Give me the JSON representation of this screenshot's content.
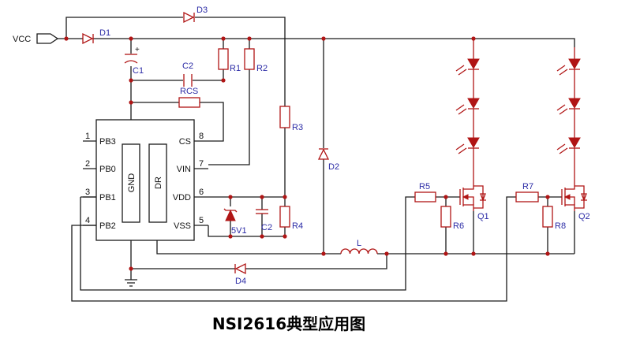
{
  "diagram": {
    "title": "NSI2616典型应用图",
    "vcc_label": "VCC",
    "ic": {
      "left_pins": [
        {
          "num": "1",
          "name": "PB3"
        },
        {
          "num": "2",
          "name": "PB0"
        },
        {
          "num": "3",
          "name": "PB1"
        },
        {
          "num": "4",
          "name": "PB2"
        }
      ],
      "right_pins": [
        {
          "num": "8",
          "name": "CS"
        },
        {
          "num": "7",
          "name": "VIN"
        },
        {
          "num": "6",
          "name": "VDD"
        },
        {
          "num": "5",
          "name": "VSS"
        }
      ],
      "inner_left": "GND",
      "inner_right": "DR"
    },
    "labels": {
      "d1": "D1",
      "d2": "D2",
      "d3": "D3",
      "d4": "D4",
      "c1": "C1",
      "c1_plus": "+",
      "c2_top": "C2",
      "c2_bottom": "C2",
      "r1": "R1",
      "r2": "R2",
      "r3": "R3",
      "r4": "R4",
      "r5": "R5",
      "r6": "R6",
      "r7": "R7",
      "r8": "R8",
      "rcs": "RCS",
      "zener": "5V1",
      "inductor": "L",
      "q1": "Q1",
      "q2": "Q2"
    }
  }
}
